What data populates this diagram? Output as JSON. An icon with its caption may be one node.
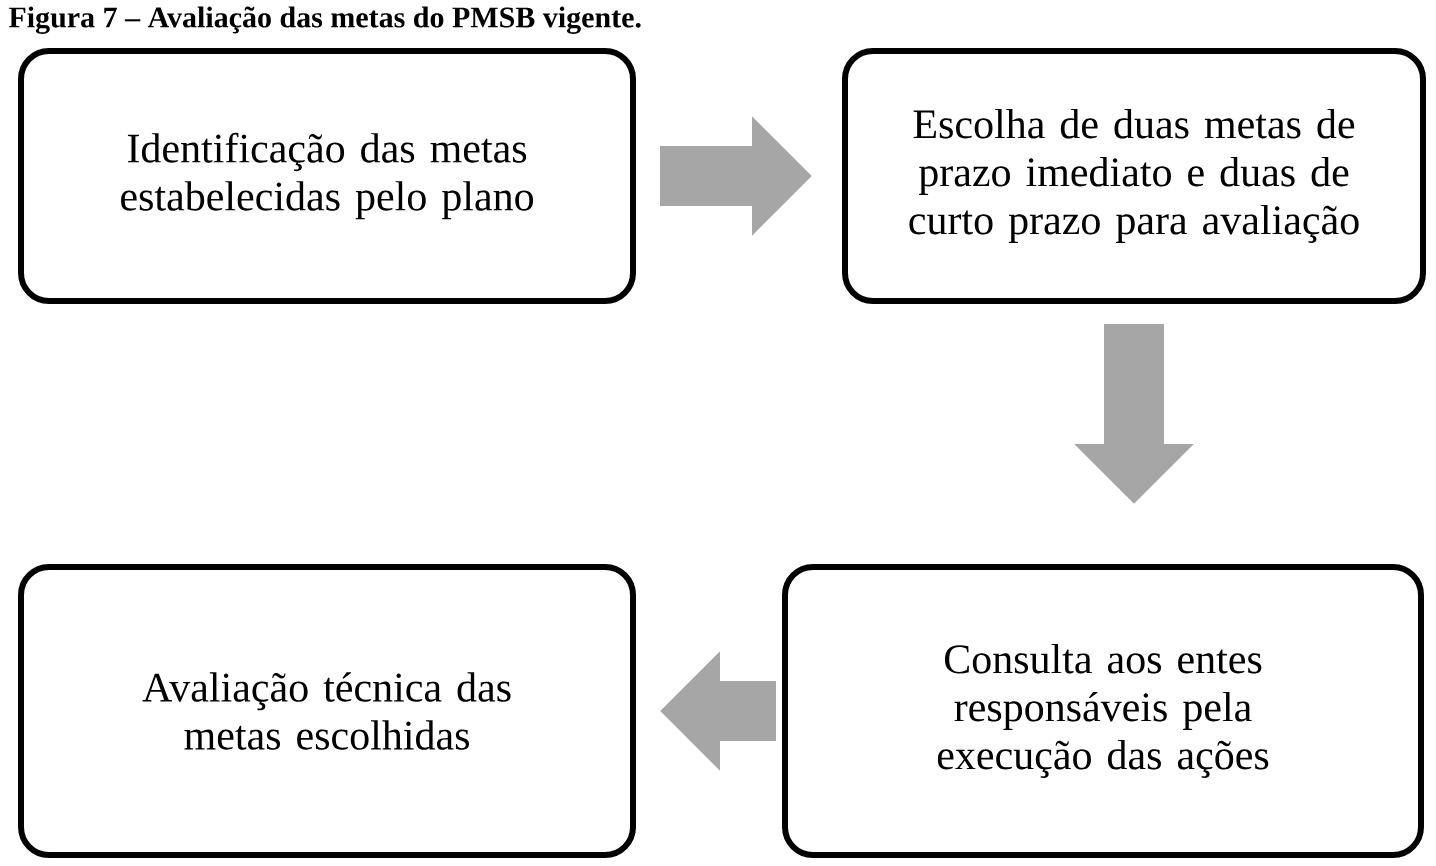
{
  "diagram": {
    "title": "Figura 7 – Avaliação das metas do PMSB vigente.",
    "nodes": [
      {
        "text": [
          "Identificação das metas estabelecidas pelo plano"
        ]
      },
      {
        "text": [
          "Escolha de duas metas de prazo imediato e duas de curto prazo para avaliação"
        ]
      },
      {
        "text": [
          "Consulta aos entes responsáveis pela execução das ações"
        ]
      },
      {
        "text": [
          "Avaliação técnica das metas escolhidas"
        ]
      }
    ],
    "edges": [
      {
        "from": 0,
        "to": 1,
        "arrow": "to"
      },
      {
        "from": 1,
        "to": 2,
        "arrow": "to"
      },
      {
        "from": 2,
        "to": 3,
        "arrow": "to"
      }
    ]
  }
}
